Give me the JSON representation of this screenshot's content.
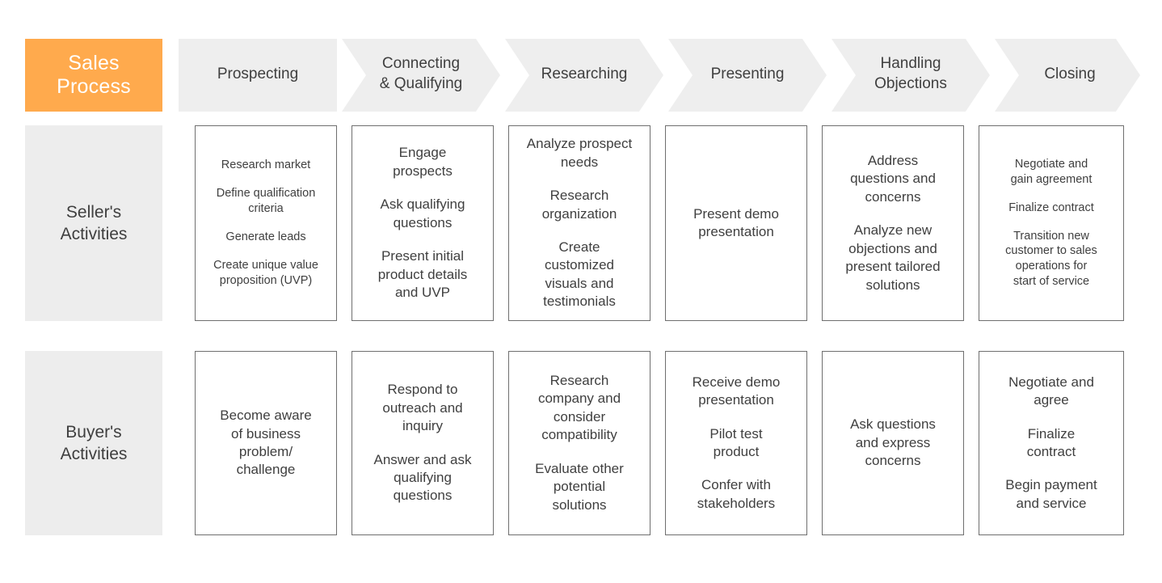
{
  "header": {
    "process_label": "Sales\nProcess",
    "accent_color": "#FFAA4D",
    "chevron_color": "#EEEEEE",
    "stages": [
      {
        "label": "Prospecting"
      },
      {
        "label": "Connecting\n& Qualifying"
      },
      {
        "label": "Researching"
      },
      {
        "label": "Presenting"
      },
      {
        "label": "Handling\nObjections"
      },
      {
        "label": "Closing"
      }
    ]
  },
  "rows": [
    {
      "label": "Seller's\nActivities",
      "label_bg": "#EDEDED",
      "cells": [
        {
          "items": [
            "Research market",
            "Define qualification\ncriteria",
            "Generate leads",
            "Create unique value\nproposition (UVP)"
          ]
        },
        {
          "items": [
            "Engage\nprospects",
            "Ask qualifying\nquestions",
            "Present initial\nproduct details\nand UVP"
          ]
        },
        {
          "items": [
            "Analyze prospect\nneeds",
            "Research\norganization",
            "Create\ncustomized\nvisuals and\ntestimonials"
          ]
        },
        {
          "items": [
            "Present demo\npresentation"
          ]
        },
        {
          "items": [
            "Address\nquestions and\nconcerns",
            "Analyze new\nobjections and\npresent tailored\nsolutions"
          ]
        },
        {
          "items": [
            "Negotiate and\ngain agreement",
            "Finalize contract",
            "Transition new\ncustomer to sales\noperations for\nstart of service"
          ]
        }
      ]
    },
    {
      "label": "Buyer's\nActivities",
      "label_bg": "#EDEDED",
      "cells": [
        {
          "items": [
            "Become aware\nof business\nproblem/\nchallenge"
          ]
        },
        {
          "items": [
            "Respond to\noutreach and\ninquiry",
            "Answer and ask\nqualifying\nquestions"
          ]
        },
        {
          "items": [
            "Research\ncompany and\nconsider\ncompatibility",
            "Evaluate other\npotential\nsolutions"
          ]
        },
        {
          "items": [
            "Receive demo\npresentation",
            "Pilot test\nproduct",
            "Confer with\nstakeholders"
          ]
        },
        {
          "items": [
            "Ask questions\nand express\nconcerns"
          ]
        },
        {
          "items": [
            "Negotiate and\nagree",
            "Finalize\ncontract",
            "Begin payment\nand service"
          ]
        }
      ]
    }
  ]
}
